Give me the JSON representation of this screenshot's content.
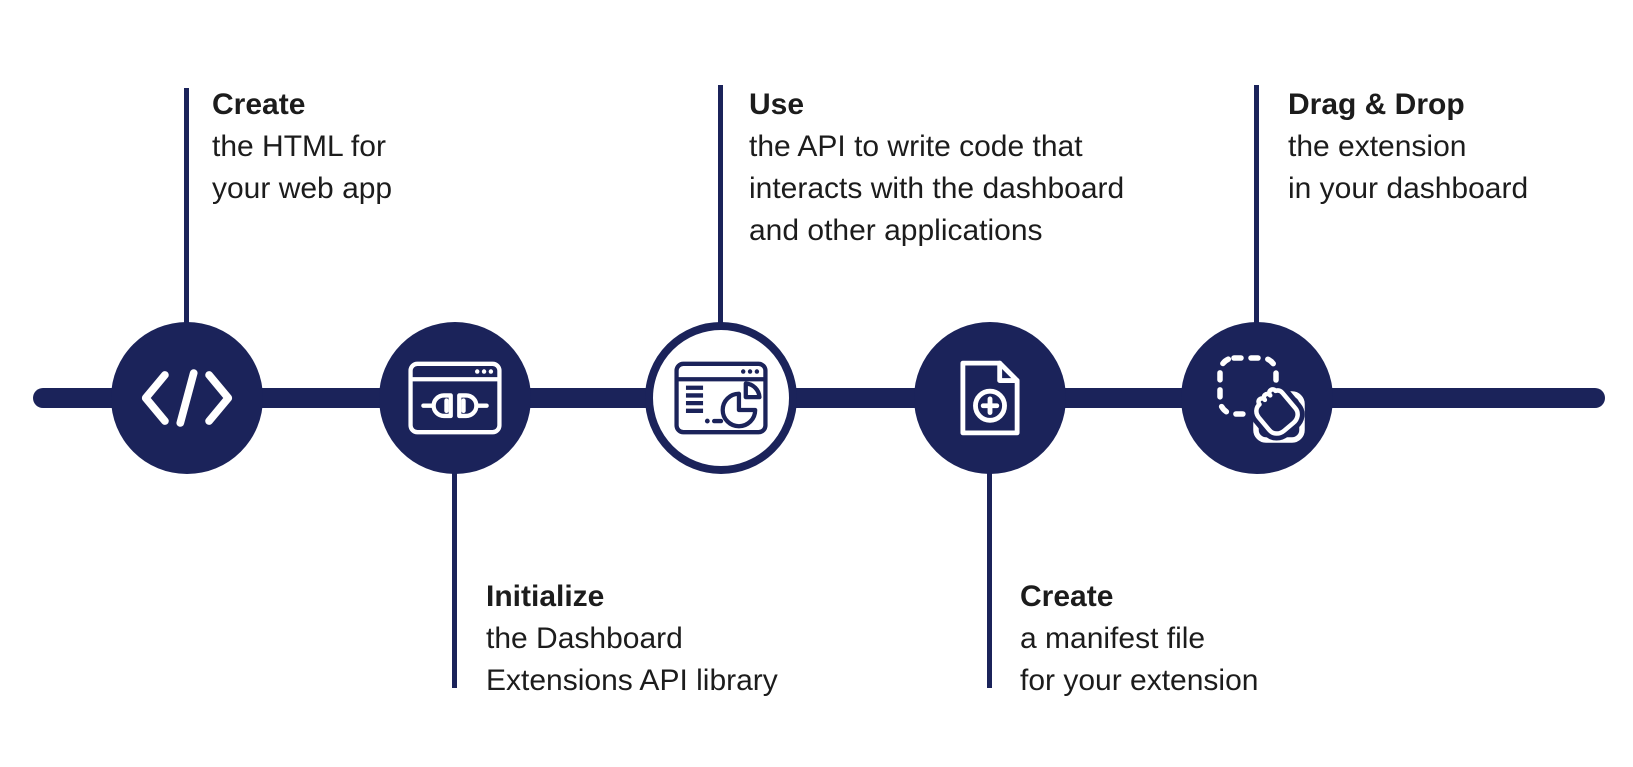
{
  "diagram": {
    "name": "Dashboard Extensions workflow",
    "type": "process-timeline",
    "background_color": "#ffffff",
    "accent_navy": "#1b235a",
    "text_color": "#1c1c1c",
    "node_count": 5
  },
  "steps": [
    {
      "title": "Create",
      "lines": [
        "the HTML for",
        "your web app"
      ],
      "icon": "code-icon",
      "label_position": "above",
      "circle_style": "filled"
    },
    {
      "title": "Initialize",
      "lines": [
        "the Dashboard",
        "Extensions API library"
      ],
      "icon": "window-plug-icon",
      "label_position": "below",
      "circle_style": "filled"
    },
    {
      "title": "Use",
      "lines": [
        "the API to write code that",
        "interacts with the dashboard",
        "and other applications"
      ],
      "icon": "window-pie-chart-icon",
      "label_position": "above",
      "circle_style": "outlined"
    },
    {
      "title": "Create",
      "lines": [
        "a manifest file",
        "for your extension"
      ],
      "icon": "document-plus-icon",
      "label_position": "below",
      "circle_style": "filled"
    },
    {
      "title": "Drag & Drop",
      "lines": [
        "the extension",
        "in your dashboard"
      ],
      "icon": "drag-drop-hand-icon",
      "label_position": "above",
      "circle_style": "filled"
    }
  ]
}
